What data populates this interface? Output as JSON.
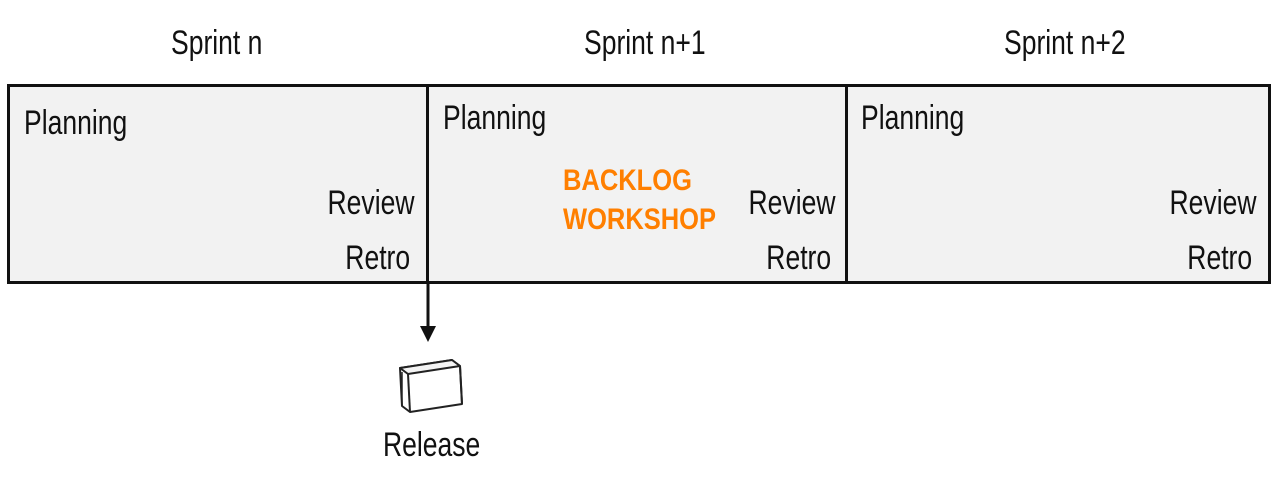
{
  "sprints": [
    {
      "title": "Sprint n",
      "planning": "Planning",
      "review": "Review",
      "retro": "Retro"
    },
    {
      "title": "Sprint n+1",
      "planning": "Planning",
      "review": "Review",
      "retro": "Retro",
      "workshop_line1": "BACKLOG",
      "workshop_line2": "WORKSHOP"
    },
    {
      "title": "Sprint n+2",
      "planning": "Planning",
      "review": "Review",
      "retro": "Retro"
    }
  ],
  "release": {
    "label": "Release",
    "icon": "box-icon"
  },
  "colors": {
    "line": "#111111",
    "cell_fill": "#f2f2f2",
    "workshop": "#ff7f00"
  }
}
